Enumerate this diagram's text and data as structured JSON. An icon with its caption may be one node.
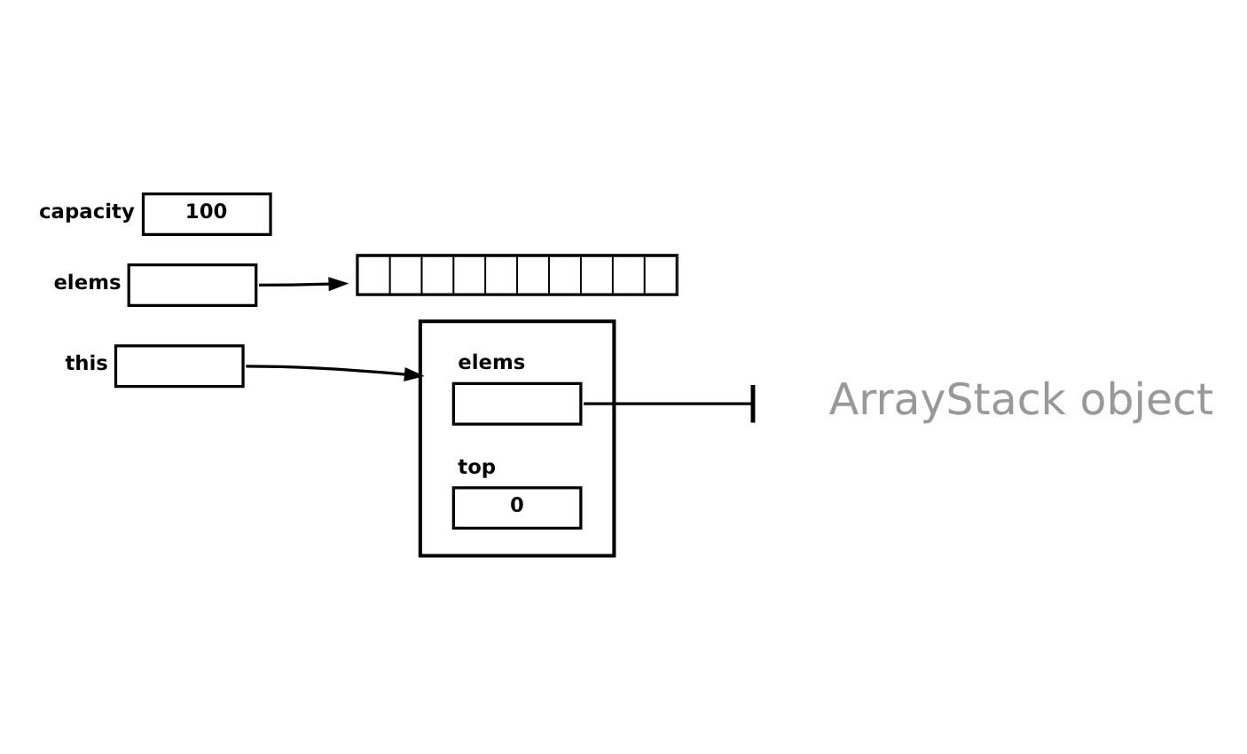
{
  "diagram": {
    "nodes": [
      {
        "text": [
          "100"
        ],
        "beside": [
          "capacity"
        ]
      },
      {
        "text": [],
        "shape": "box",
        "beside": [
          "elems"
        ]
      },
      {
        "text": [],
        "shape": "box",
        "beside": [
          "this"
        ]
      },
      {
        "text": [],
        "shape": "box"
      },
      {
        "text": [],
        "shape": "box"
      },
      {
        "text": [],
        "shape": "box",
        "beside": [
          "elems"
        ],
        "in": 4
      },
      {
        "text": [
          "0"
        ],
        "beside": [
          "top"
        ],
        "in": 4
      },
      {
        "text": [],
        "shape": "bar"
      }
    ],
    "edges": [
      {
        "from": 1,
        "to": 3,
        "arrow": "to"
      },
      {
        "from": 2,
        "to": 4,
        "arrow": "to"
      },
      {
        "from": 5,
        "to": 7,
        "arrow": "none"
      }
    ],
    "labels": [
      "ArrayStack object"
    ]
  }
}
